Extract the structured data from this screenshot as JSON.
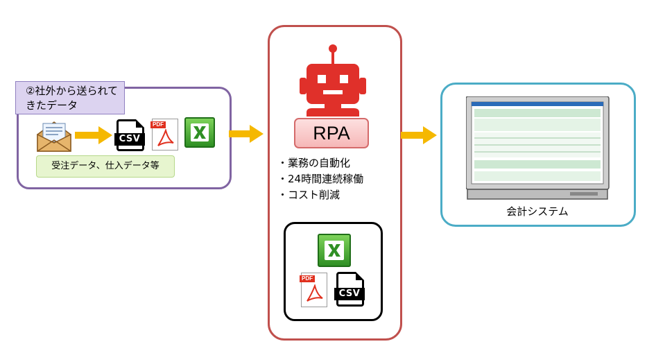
{
  "source": {
    "label_line1": "②社外から送られて",
    "label_line2": "きたデータ",
    "data_types": "受注データ、仕入データ等"
  },
  "rpa": {
    "label": "RPA",
    "features": [
      "・業務の自動化",
      "・24時間連続稼働",
      "・コスト削減"
    ]
  },
  "target": {
    "label": "会計システム"
  },
  "file_icons": {
    "csv_text": "CSV",
    "pdf_text": "PDF"
  },
  "colors": {
    "source_border": "#8064a2",
    "rpa_border": "#c0504d",
    "target_border": "#4bacc6",
    "arrow": "#f5b800",
    "robot": "#e0302a"
  },
  "icons": [
    "envelope-icon",
    "csv-file-icon",
    "pdf-file-icon",
    "excel-file-icon",
    "robot-icon",
    "monitor-icon"
  ]
}
